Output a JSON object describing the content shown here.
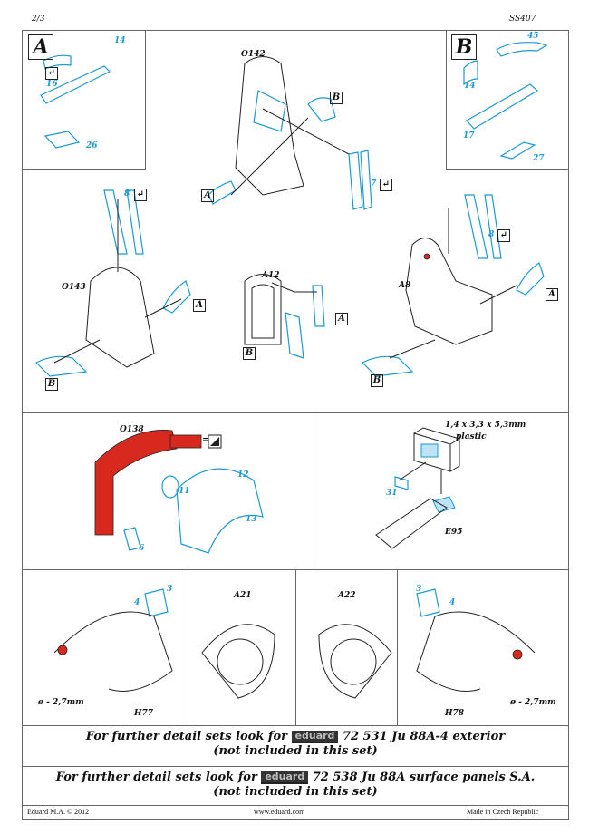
{
  "header": {
    "page": "2/3",
    "set_code": "SS407"
  },
  "sections": {
    "A": {
      "letter": "A",
      "parts": [
        "14",
        "16",
        "26"
      ]
    },
    "B": {
      "letter": "B",
      "parts": [
        "45",
        "14",
        "17",
        "27"
      ]
    },
    "seat_o142": {
      "label": "O142",
      "parts": [
        "7"
      ],
      "refs": [
        "A",
        "B"
      ]
    },
    "seat_o143": {
      "label": "O143",
      "parts": [
        "8"
      ],
      "refs": [
        "A",
        "B"
      ]
    },
    "a12": {
      "label": "A12",
      "refs": [
        "A",
        "B"
      ]
    },
    "a8": {
      "label": "A8",
      "parts": [
        "8"
      ],
      "refs": [
        "A",
        "B"
      ]
    },
    "panel": {
      "label": "O138",
      "parts": [
        "11",
        "12",
        "13",
        "6"
      ],
      "paint_eq": "="
    },
    "plastic": {
      "size": "1,4 x 3,3 x 5,3mm",
      "material": "plastic",
      "parts": [
        "31"
      ],
      "label": "E95"
    },
    "engines": {
      "h77": {
        "label": "H77",
        "parts": [
          "4",
          "3"
        ],
        "drill": "ø - 2,7mm"
      },
      "a21": {
        "label": "A21"
      },
      "a22": {
        "label": "A22"
      },
      "h78": {
        "label": "H78",
        "parts": [
          "3",
          "4"
        ],
        "drill": "ø - 2,7mm"
      }
    }
  },
  "banners": [
    {
      "prefix": "For further detail sets look for",
      "brand": "eduard",
      "suffix": "72 531 Ju 88A-4 exterior",
      "note": "(not included in this set)"
    },
    {
      "prefix": "For further detail sets look for",
      "brand": "eduard",
      "suffix": "72 538 Ju 88A surface panels S.A.",
      "note": "(not included in this set)"
    }
  ],
  "footer": {
    "copyright": "Eduard M.A. © 2012",
    "url": "www.eduard.com",
    "origin": "Made in Czech Republic"
  },
  "colors": {
    "photoetch": "#1a9ad6",
    "paint_red": "#d8291f",
    "border": "#666666"
  }
}
